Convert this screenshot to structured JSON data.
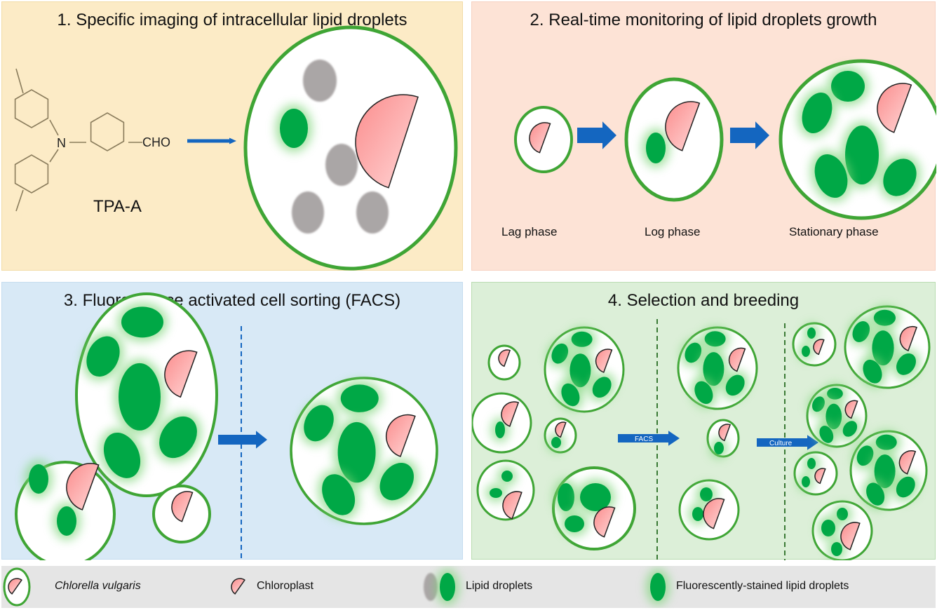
{
  "colors": {
    "cell_border": "#3fa535",
    "droplet_green": "#00a846",
    "droplet_gray": "#aaa6a6",
    "chloroplast_top": "#fb8c8c",
    "chloroplast_bottom": "#ffd9d9",
    "arrow_blue": "#1466c0",
    "panel1_bg": "#fcebc6",
    "panel2_bg": "#fde3d6",
    "panel3_bg": "#d8e9f6",
    "panel4_bg": "#dcefd8",
    "legend_bg": "#e5e5e5"
  },
  "panels": [
    {
      "title": "1. Specific imaging of intracellular lipid droplets",
      "molecule": {
        "name": "TPA-A",
        "substituent": "CHO",
        "atom": "N"
      }
    },
    {
      "title": "2. Real-time monitoring of lipid droplets growth",
      "phases": [
        "Lag phase",
        "Log phase",
        "Stationary phase"
      ]
    },
    {
      "title": "3. Fluorescence activated cell sorting (FACS)"
    },
    {
      "title": "4. Selection and breeding",
      "arrows": [
        "FACS",
        "Culture"
      ]
    }
  ],
  "legend": {
    "items": [
      {
        "icon": "chlorella-cell-icon",
        "label": "Chlorella vulgaris",
        "italic": true
      },
      {
        "icon": "chloroplast-icon",
        "label": "Chloroplast"
      },
      {
        "icon": "lipid-droplet-icon",
        "label": "Lipid droplets"
      },
      {
        "icon": "fluorescent-droplet-icon",
        "label": "Fluorescently-stained lipid droplets"
      }
    ]
  }
}
